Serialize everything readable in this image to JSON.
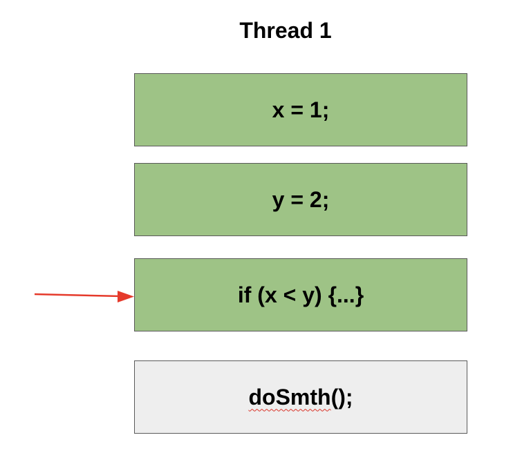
{
  "title": "Thread 1",
  "blocks": [
    {
      "code": "x = 1;",
      "state": "executed"
    },
    {
      "code": "y = 2;",
      "state": "executed"
    },
    {
      "code": "if (x < y) {...}",
      "state": "executed"
    },
    {
      "code_word": "doSmth",
      "code_rest": "();",
      "state": "pending"
    }
  ],
  "colors": {
    "executed": "#9ec386",
    "pending": "#eeeeee",
    "border": "#595959",
    "arrow": "#e53a2b"
  },
  "pointer": "arrow-to-block-3"
}
